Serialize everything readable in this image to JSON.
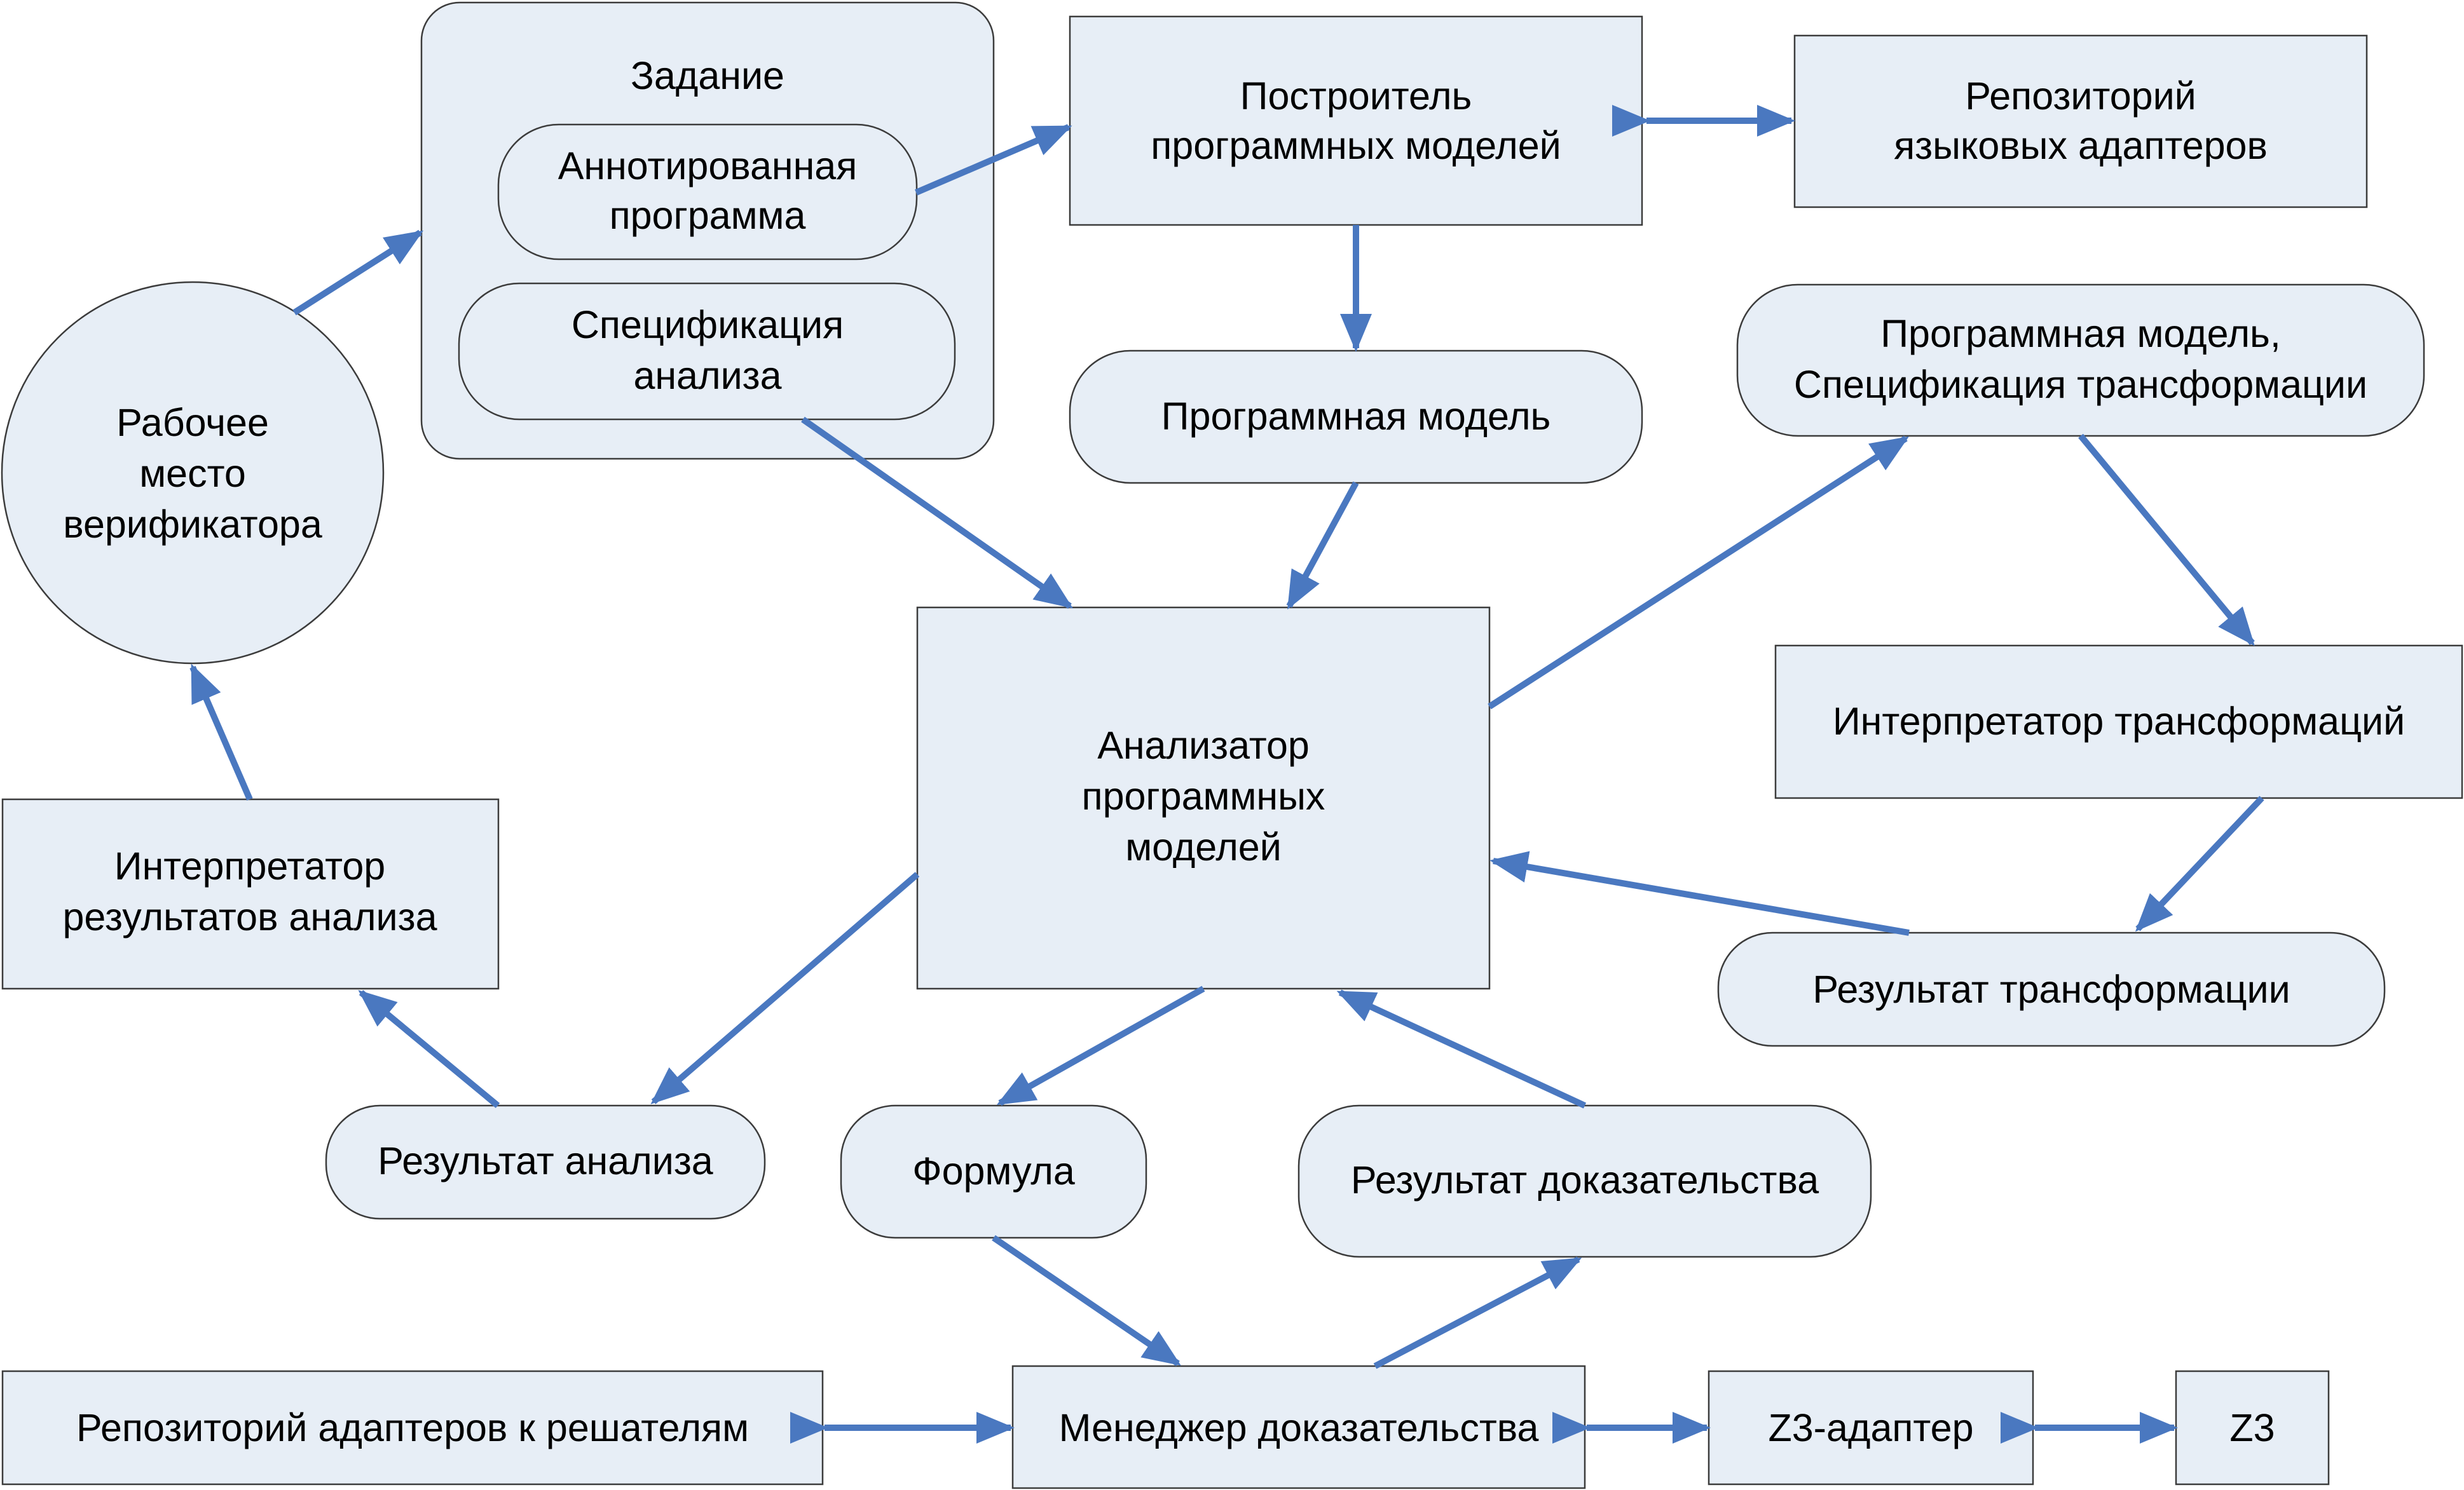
{
  "nodes": {
    "task": {
      "title": "Задание"
    },
    "annotated_program": {
      "line1": "Аннотированная",
      "line2": "программа"
    },
    "analysis_spec": {
      "line1": "Спецификация",
      "line2": "анализа"
    },
    "verifier_workplace": {
      "line1": "Рабочее",
      "line2": "место",
      "line3": "верификатора"
    },
    "model_builder": {
      "line1": "Построитель",
      "line2": "программных моделей"
    },
    "language_adapters_repo": {
      "line1": "Репозиторий",
      "line2": "языковых адаптеров"
    },
    "program_model": {
      "line1": "Программная модель"
    },
    "model_transform_spec": {
      "line1": "Программная модель,",
      "line2": "Спецификация трансформации"
    },
    "model_analyzer": {
      "line1": "Анализатор",
      "line2": "программных",
      "line3": "моделей"
    },
    "transform_interpreter": {
      "line1": "Интерпретатор трансформаций"
    },
    "transform_result": {
      "line1": "Результат трансформации"
    },
    "analysis_result_interpreter": {
      "line1": "Интерпретатор",
      "line2": "результатов анализа"
    },
    "analysis_result": {
      "line1": "Результат анализа"
    },
    "formula": {
      "line1": "Формула"
    },
    "proof_result": {
      "line1": "Результат доказательства"
    },
    "solver_adapters_repo": {
      "line1": "Репозиторий адаптеров к решателям"
    },
    "proof_manager": {
      "line1": "Менеджер доказательства"
    },
    "z3_adapter": {
      "line1": "Z3-адаптер"
    },
    "z3": {
      "line1": "Z3"
    }
  },
  "colors": {
    "box_fill": "#e7eef6",
    "box_stroke": "#3c3c3c",
    "arrow": "#4a78c0"
  }
}
